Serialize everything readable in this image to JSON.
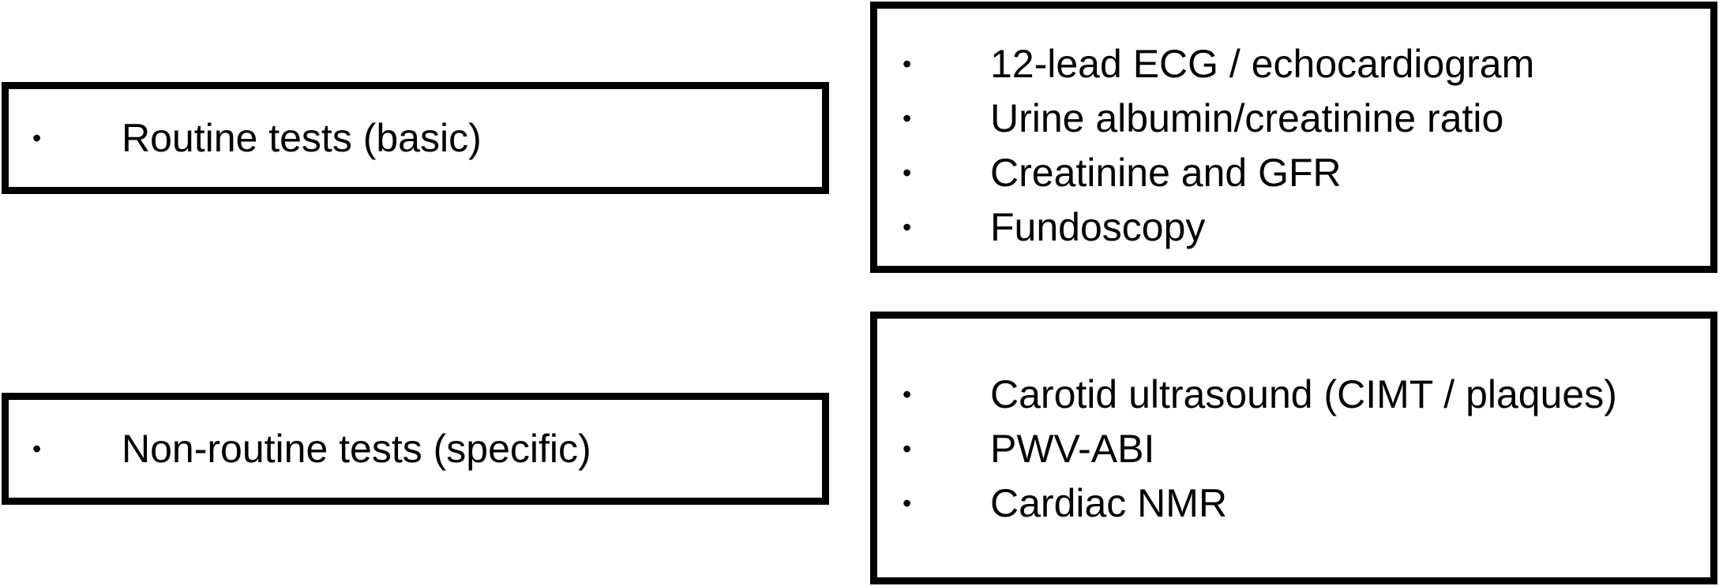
{
  "routine": {
    "label": "Routine tests (basic)",
    "items": [
      "12-lead ECG / echocardiogram",
      "Urine albumin/creatinine ratio",
      "Creatinine and GFR",
      "Fundoscopy"
    ]
  },
  "non_routine": {
    "label": "Non-routine tests (specific)",
    "items": [
      "Carotid ultrasound (CIMT / plaques)",
      "PWV-ABI",
      "Cardiac NMR"
    ]
  },
  "bullet_char": "•"
}
